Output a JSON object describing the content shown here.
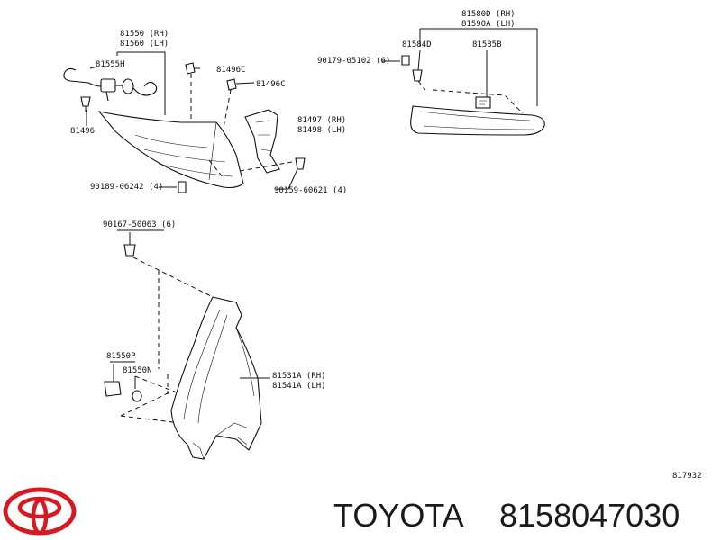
{
  "labels": {
    "l81550": "81550 (RH)",
    "l81560": "81560 (LH)",
    "l81555h": "81555H",
    "l81496c_a": "81496C",
    "l81496c_b": "81496C",
    "l81496": "81496",
    "l81497": "81497 (RH)",
    "l81498": "81498 (LH)",
    "l90189": "90189-06242 (4)",
    "l90159": "90159-60621 (4)",
    "l81580d": "81580D (RH)",
    "l81590a": "81590A (LH)",
    "l81584d": "81584D",
    "l81585b": "81585B",
    "l90179": "90179-05102 (6)",
    "l90167": "90167-50063 (6)",
    "l81550p": "81550P",
    "l81550n": "81550N",
    "l81531a": "81531A (RH)",
    "l81541a": "81541A (LH)",
    "ref": "817932"
  },
  "brand": {
    "name": "TOYOTA",
    "part_number": "8158047030",
    "logo_color": "#d71a21"
  }
}
